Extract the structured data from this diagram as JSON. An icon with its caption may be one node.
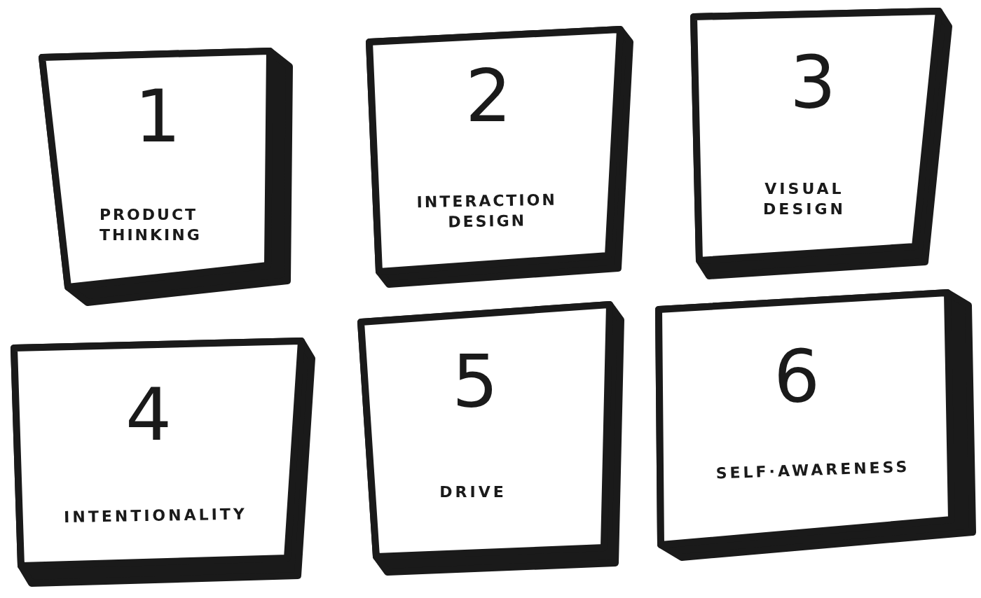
{
  "diagram": {
    "nodes": [
      {
        "text": [
          "1",
          "PRODUCT THINKING"
        ]
      },
      {
        "text": [
          "2",
          "INTERACTION DESIGN"
        ]
      },
      {
        "text": [
          "3",
          "VISUAL DESIGN"
        ]
      },
      {
        "text": [
          "4",
          "INTENTIONALITY"
        ]
      },
      {
        "text": [
          "5",
          "DRIVE"
        ]
      },
      {
        "text": [
          "6",
          "SELF·AWARENESS"
        ]
      }
    ]
  }
}
